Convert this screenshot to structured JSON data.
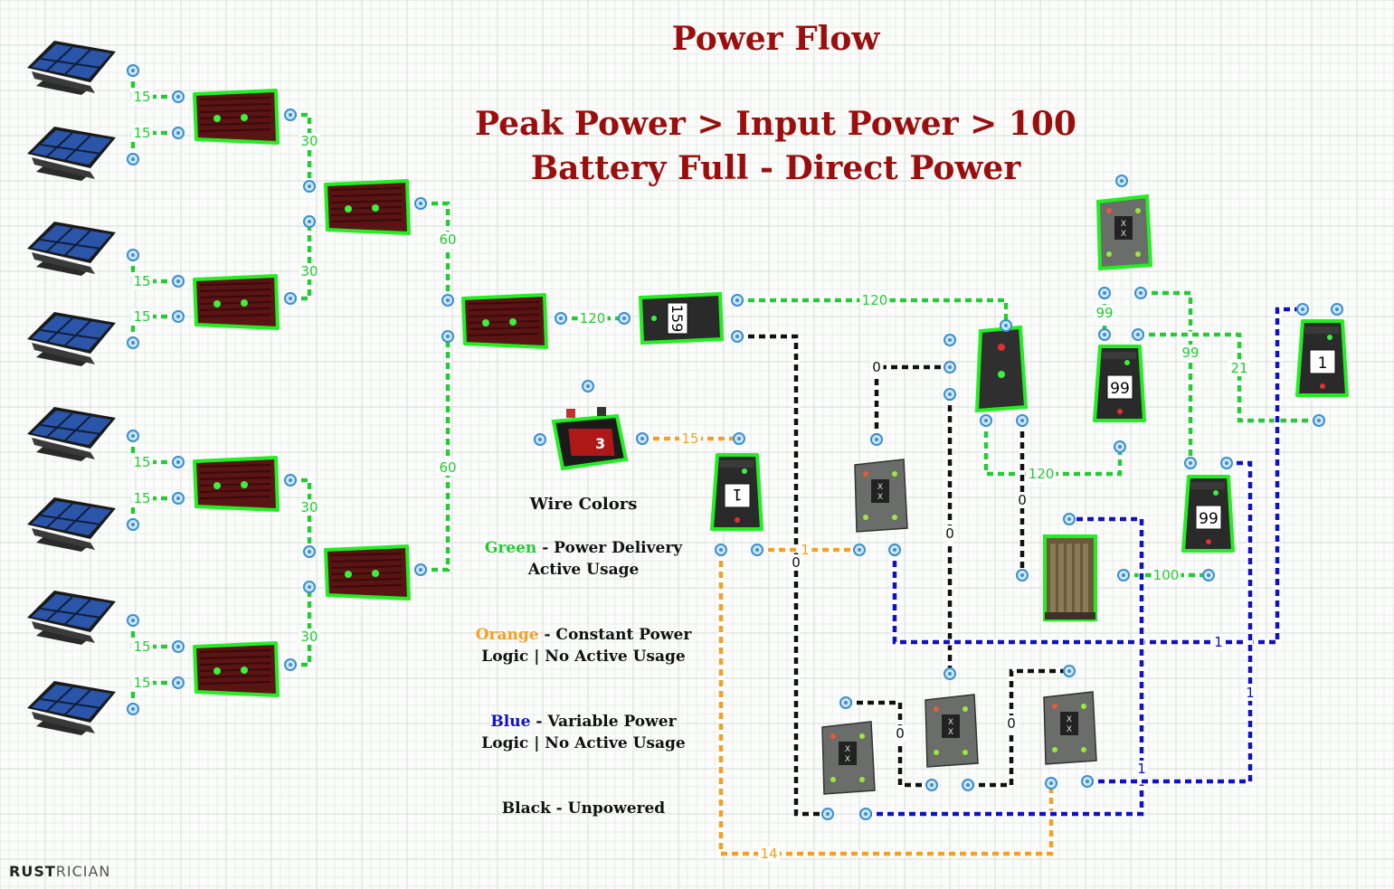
{
  "titles": {
    "main": "Power Flow",
    "line1": "Peak Power > Input Power > 100",
    "line2": "Battery Full - Direct Power"
  },
  "legend": {
    "heading": "Wire Colors",
    "green_word": "Green",
    "green_rest": " - Power Delivery",
    "green_sub": "Active Usage",
    "orange_word": "Orange",
    "orange_rest": " - Constant Power",
    "orange_sub": "Logic | No Active Usage",
    "blue_word": "Blue",
    "blue_rest": " - Variable Power",
    "blue_sub": "Logic | No Active Usage",
    "black": "Black - Unpowered"
  },
  "colors": {
    "green": "#22cc33",
    "orange": "#f5a020",
    "blue": "#1010c8",
    "black": "#111111",
    "title": "#9b0e0e"
  },
  "logo": {
    "bold": "RUST",
    "thin": "RICIAN"
  },
  "device_labels": {
    "meter_main": "159",
    "battery_branch": "1",
    "branch_b": "99",
    "branch_c": "99",
    "branch_d": "1",
    "battery_number": "3"
  },
  "wire_labels": {
    "panel": "15",
    "combiner_l1": "30",
    "combiner_l2": "60",
    "main_feed": "120",
    "top_bus": "120",
    "battery_out": "15",
    "orange_one": "1",
    "orange_bottom": "14",
    "black_zero": "0",
    "bus_120": "120",
    "b_99": "99",
    "b_99b": "99",
    "b_21": "21",
    "b_100": "100",
    "blue_one": "1"
  },
  "icons": {
    "solar": "solar-panel-icon",
    "combiner": "electrical-combiner-icon",
    "battery": "small-battery-icon",
    "branch": "electrical-branch-icon",
    "logic": "logic-gate-icon",
    "blocker": "electrical-blocker-icon",
    "large_battery": "large-battery-icon"
  }
}
